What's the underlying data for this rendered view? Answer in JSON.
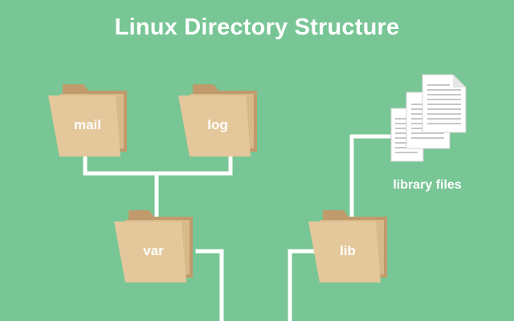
{
  "title": "Linux Directory Structure",
  "folders": {
    "mail": "mail",
    "log": "log",
    "var": "var",
    "lib": "lib"
  },
  "files_label": "library files",
  "colors": {
    "background": "#78c695",
    "connector": "#ffffff",
    "folder_front": "#e4c79a",
    "folder_back": "#c19a6b",
    "folder_paper": "#d8b98a",
    "document": "#ffffff",
    "document_lines": "#c8c8c8"
  },
  "icons": [
    "folder-icon",
    "document-icon"
  ]
}
